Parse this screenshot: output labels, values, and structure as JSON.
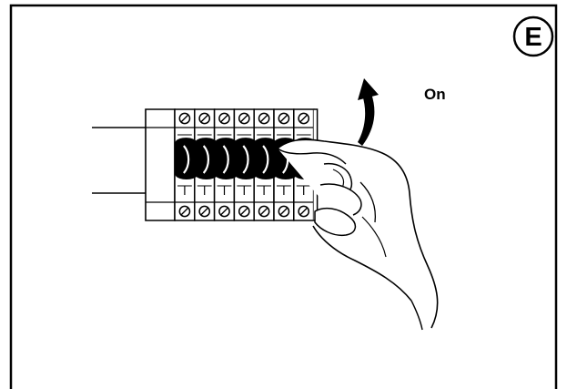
{
  "figure": {
    "step_badge": "E",
    "switch_label": "On",
    "breaker_count": 7,
    "colors": {
      "line": "#000000",
      "background": "#ffffff"
    }
  }
}
